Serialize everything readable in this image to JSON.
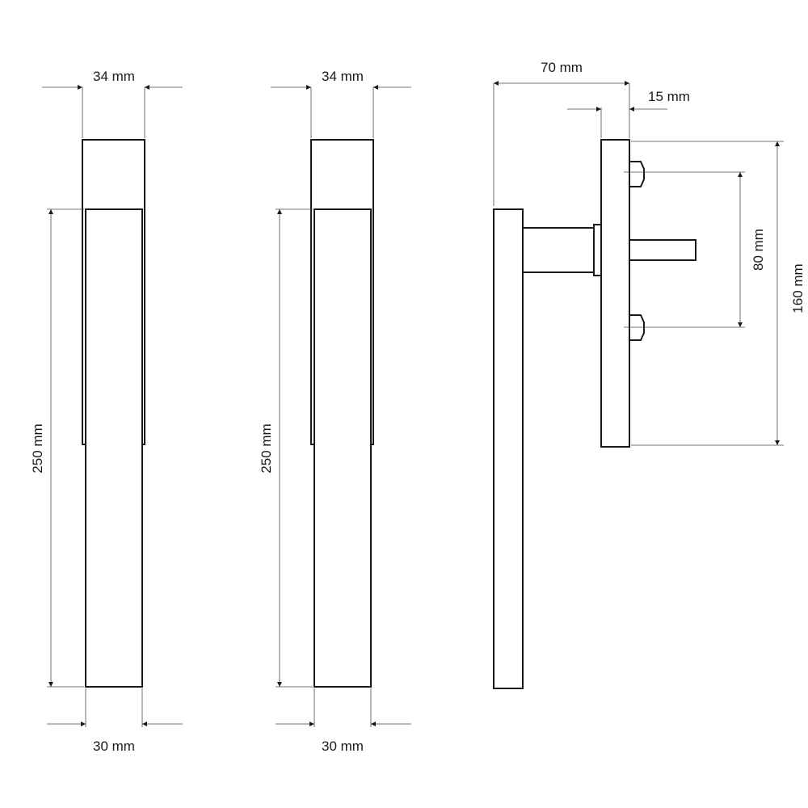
{
  "views": {
    "front_view_1": {
      "top_width_label": "34 mm",
      "bottom_width_label": "30 mm",
      "height_label": "250 mm"
    },
    "front_view_2": {
      "top_width_label": "34 mm",
      "bottom_width_label": "30 mm",
      "height_label": "250 mm"
    },
    "side_view": {
      "depth_label": "70 mm",
      "plate_thickness_label": "15 mm",
      "screw_spacing_label": "80 mm",
      "plate_height_label": "160 mm"
    }
  },
  "colors": {
    "line": "#1a1a1a",
    "dimension": "#4a4a4a",
    "background": "#ffffff"
  }
}
